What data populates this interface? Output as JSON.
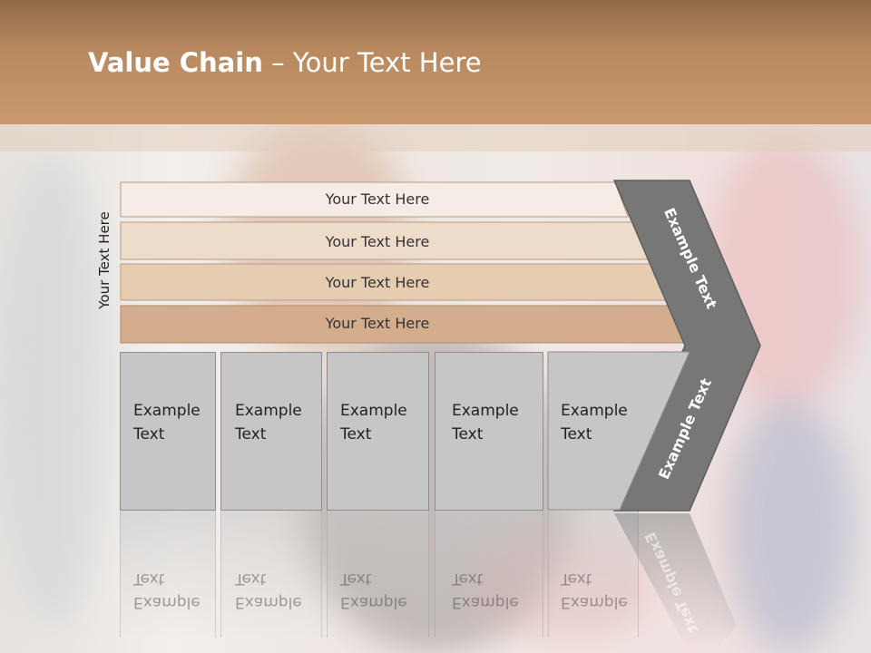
{
  "title": {
    "bold": "Value Chain",
    "rest": " – Your Text Here"
  },
  "side_label": "Your Text Here",
  "bars": [
    {
      "label": "Your Text Here",
      "color": "#f5ece6"
    },
    {
      "label": "Your Text Here",
      "color": "#eedccb"
    },
    {
      "label": "Your Text Here",
      "color": "#e6ccb1"
    },
    {
      "label": "Your Text Here",
      "color": "#d4ae8c"
    }
  ],
  "cells": [
    {
      "line1": "Example",
      "line2": "Text"
    },
    {
      "line1": "Example",
      "line2": "Text"
    },
    {
      "line1": "Example",
      "line2": "Text"
    },
    {
      "line1": "Example",
      "line2": "Text"
    },
    {
      "line1": "Example",
      "line2": "Text"
    }
  ],
  "chevron": {
    "top_label": "Example Text",
    "bottom_label": "Example Text",
    "color": "#777777"
  }
}
